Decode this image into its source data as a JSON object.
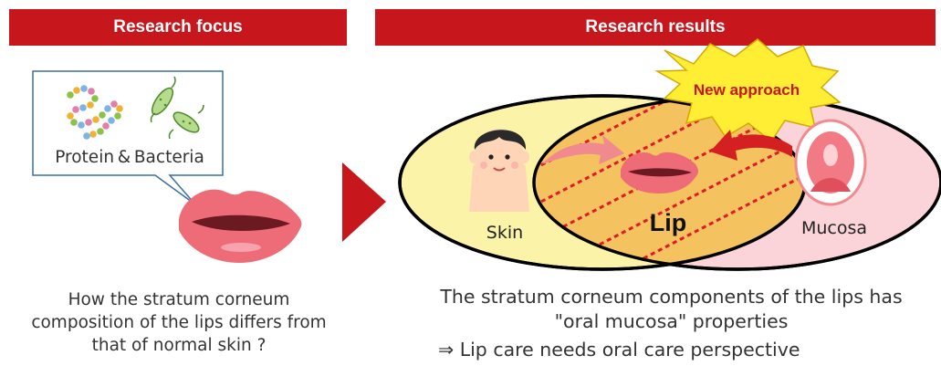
{
  "left_panel": {
    "header": "Research focus",
    "bubble_label": "Protein & Bacteria",
    "question_lines": [
      "How the stratum corneum",
      "composition of the lips differs from",
      "that of normal skin ?"
    ]
  },
  "right_panel": {
    "header": "Research results",
    "starburst_label": "New approach",
    "skin_label": "Skin",
    "lip_label": "Lip",
    "mucosa_label": "Mucosa",
    "result_lines": [
      "The stratum corneum components of the lips has",
      "\"oral mucosa\" properties"
    ],
    "conclusion": "⇒ Lip care needs oral care perspective"
  },
  "colors": {
    "banner": "#c8161d",
    "arrow": "#c8161d",
    "skin_fill": "#fbf3a7",
    "mucosa_fill": "#fad4d8",
    "lip_overlap": "#f4c25e",
    "starburst": "#ffee33"
  }
}
